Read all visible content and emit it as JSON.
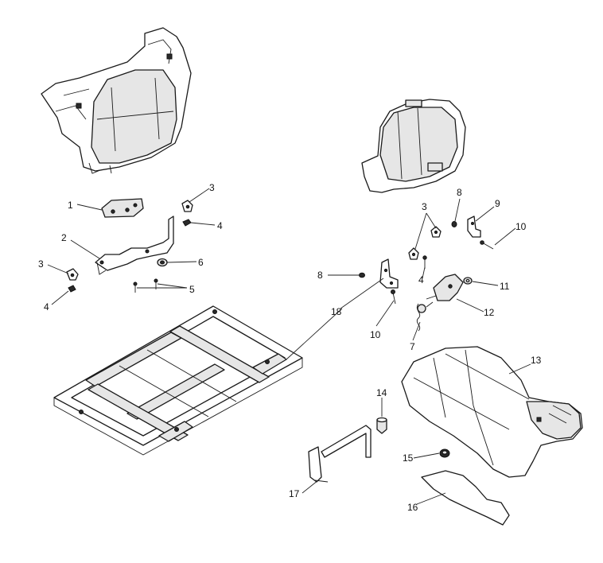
{
  "callouts": [
    {
      "id": "c1",
      "text": "1"
    },
    {
      "id": "c2",
      "text": "2"
    },
    {
      "id": "c3a",
      "text": "3"
    },
    {
      "id": "c3b",
      "text": "3"
    },
    {
      "id": "c3c",
      "text": "3"
    },
    {
      "id": "c4a",
      "text": "4"
    },
    {
      "id": "c4b",
      "text": "4"
    },
    {
      "id": "c4c",
      "text": "4"
    },
    {
      "id": "c5",
      "text": "5"
    },
    {
      "id": "c6",
      "text": "6"
    },
    {
      "id": "c7",
      "text": "7"
    },
    {
      "id": "c8a",
      "text": "8"
    },
    {
      "id": "c8b",
      "text": "8"
    },
    {
      "id": "c9",
      "text": "9"
    },
    {
      "id": "c10a",
      "text": "10"
    },
    {
      "id": "c10b",
      "text": "10"
    },
    {
      "id": "c11",
      "text": "11"
    },
    {
      "id": "c12",
      "text": "12"
    },
    {
      "id": "c13",
      "text": "13"
    },
    {
      "id": "c14",
      "text": "14"
    },
    {
      "id": "c15",
      "text": "15"
    },
    {
      "id": "c16",
      "text": "16"
    },
    {
      "id": "c17",
      "text": "17"
    },
    {
      "id": "c18",
      "text": "18"
    }
  ]
}
